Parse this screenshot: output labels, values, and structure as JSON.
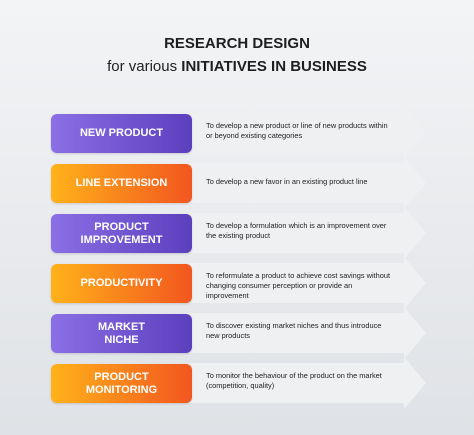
{
  "title": {
    "line1": "RESEARCH DESIGN",
    "line2_plain": "for various ",
    "line2_bold": "INITIATIVES IN BUSINESS"
  },
  "colors": {
    "purple_start": "#8b6fe6",
    "purple_end": "#5b3fbd",
    "orange_start": "#ffb21a",
    "orange_end": "#f2561f",
    "arrow": "#eef0f2"
  },
  "rows": [
    {
      "label": "NEW PRODUCT",
      "color": "purple",
      "description": "To develop a new product or line of new products within or beyond existing categories"
    },
    {
      "label": "LINE EXTENSION",
      "color": "orange",
      "description": "To develop a new favor in an existing product line"
    },
    {
      "label": "PRODUCT IMPROVEMENT",
      "color": "purple",
      "description": "To develop a formulation which is an improvement over the existing product"
    },
    {
      "label": "PRODUCTIVITY",
      "color": "orange",
      "description": "To reformulate a product to achieve cost savings without changing consumer perception or provide an improvement"
    },
    {
      "label": "MARKET NICHE",
      "color": "purple",
      "description": "To discover existing market niches and thus introduce new products"
    },
    {
      "label": "PRODUCT MONITORING",
      "color": "orange",
      "description": "To monitor the behaviour of the product on the market (competition, quality)"
    }
  ]
}
